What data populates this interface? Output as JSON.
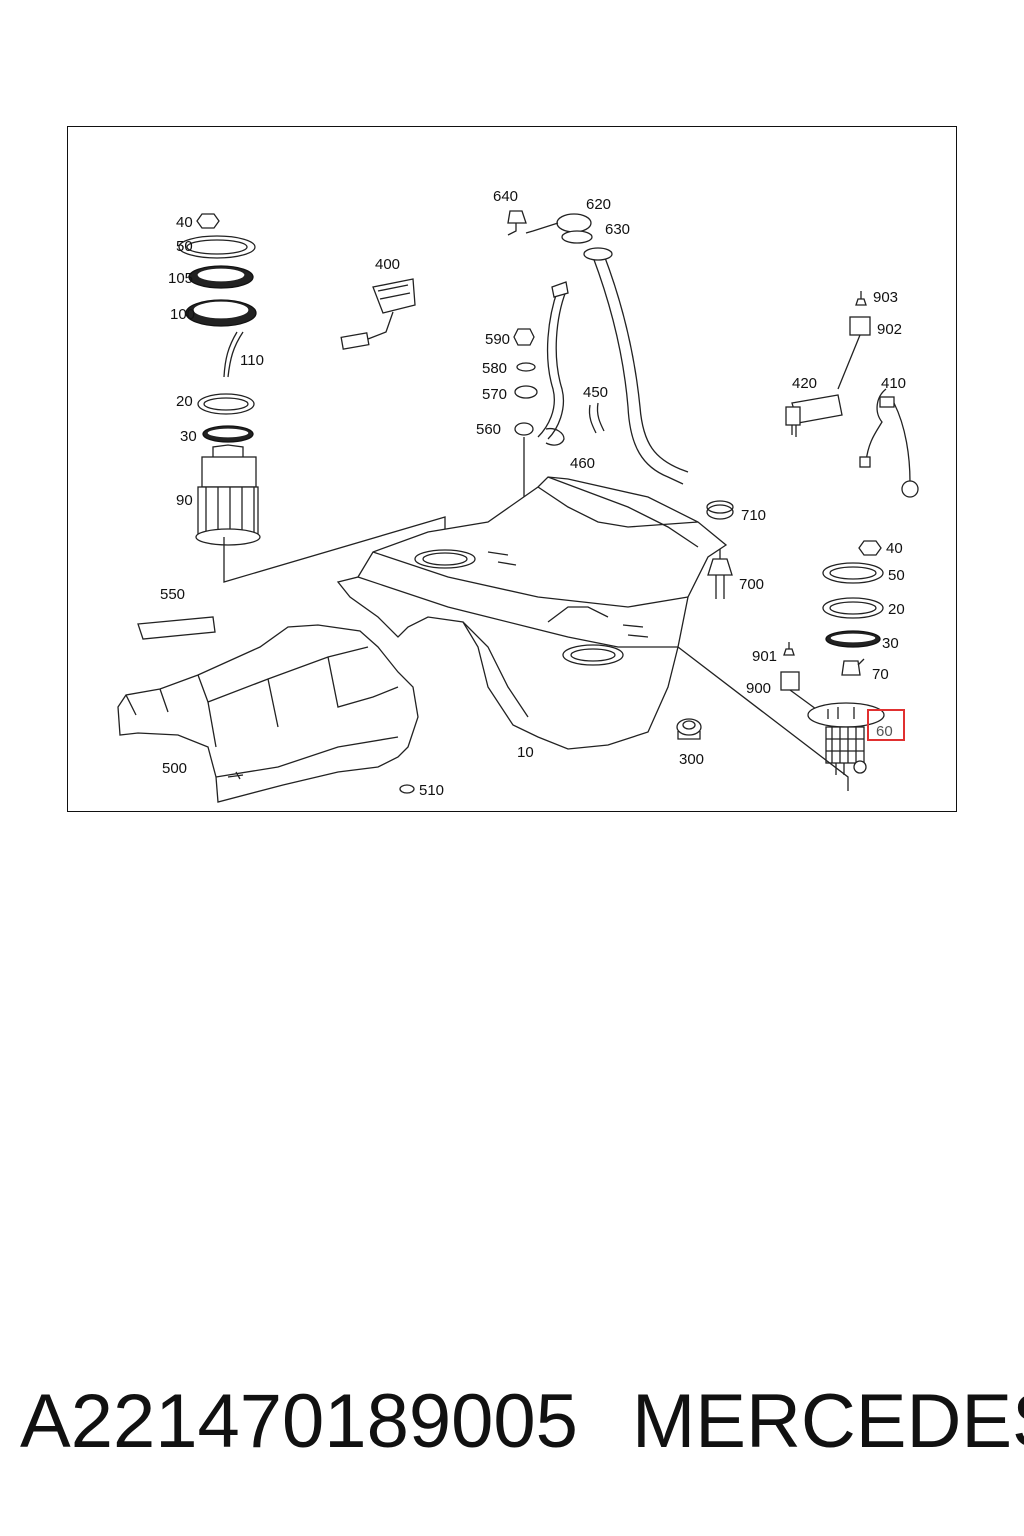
{
  "diagram": {
    "labels": [
      {
        "id": "40a",
        "text": "40"
      },
      {
        "id": "50a",
        "text": "50"
      },
      {
        "id": "105",
        "text": "105"
      },
      {
        "id": "100",
        "text": "100"
      },
      {
        "id": "110",
        "text": "110"
      },
      {
        "id": "20a",
        "text": "20"
      },
      {
        "id": "30a",
        "text": "30"
      },
      {
        "id": "90",
        "text": "90"
      },
      {
        "id": "550",
        "text": "550"
      },
      {
        "id": "500",
        "text": "500"
      },
      {
        "id": "400",
        "text": "400"
      },
      {
        "id": "640",
        "text": "640"
      },
      {
        "id": "620",
        "text": "620"
      },
      {
        "id": "630",
        "text": "630"
      },
      {
        "id": "590",
        "text": "590"
      },
      {
        "id": "580",
        "text": "580"
      },
      {
        "id": "570",
        "text": "570"
      },
      {
        "id": "560",
        "text": "560"
      },
      {
        "id": "450",
        "text": "450"
      },
      {
        "id": "460",
        "text": "460"
      },
      {
        "id": "903",
        "text": "903"
      },
      {
        "id": "902",
        "text": "902"
      },
      {
        "id": "420",
        "text": "420"
      },
      {
        "id": "410",
        "text": "410"
      },
      {
        "id": "710",
        "text": "710"
      },
      {
        "id": "700",
        "text": "700"
      },
      {
        "id": "40b",
        "text": "40"
      },
      {
        "id": "50b",
        "text": "50"
      },
      {
        "id": "20b",
        "text": "20"
      },
      {
        "id": "30b",
        "text": "30"
      },
      {
        "id": "901",
        "text": "901"
      },
      {
        "id": "70",
        "text": "70"
      },
      {
        "id": "900",
        "text": "900"
      },
      {
        "id": "60",
        "text": "60"
      },
      {
        "id": "300",
        "text": "300"
      },
      {
        "id": "10",
        "text": "10"
      },
      {
        "id": "510",
        "text": "510"
      }
    ],
    "highlighted": "60"
  },
  "caption": {
    "part_number": "A221470189005",
    "brand": "MERCEDES"
  },
  "colors": {
    "highlight": "#e03030",
    "line": "#222222"
  }
}
